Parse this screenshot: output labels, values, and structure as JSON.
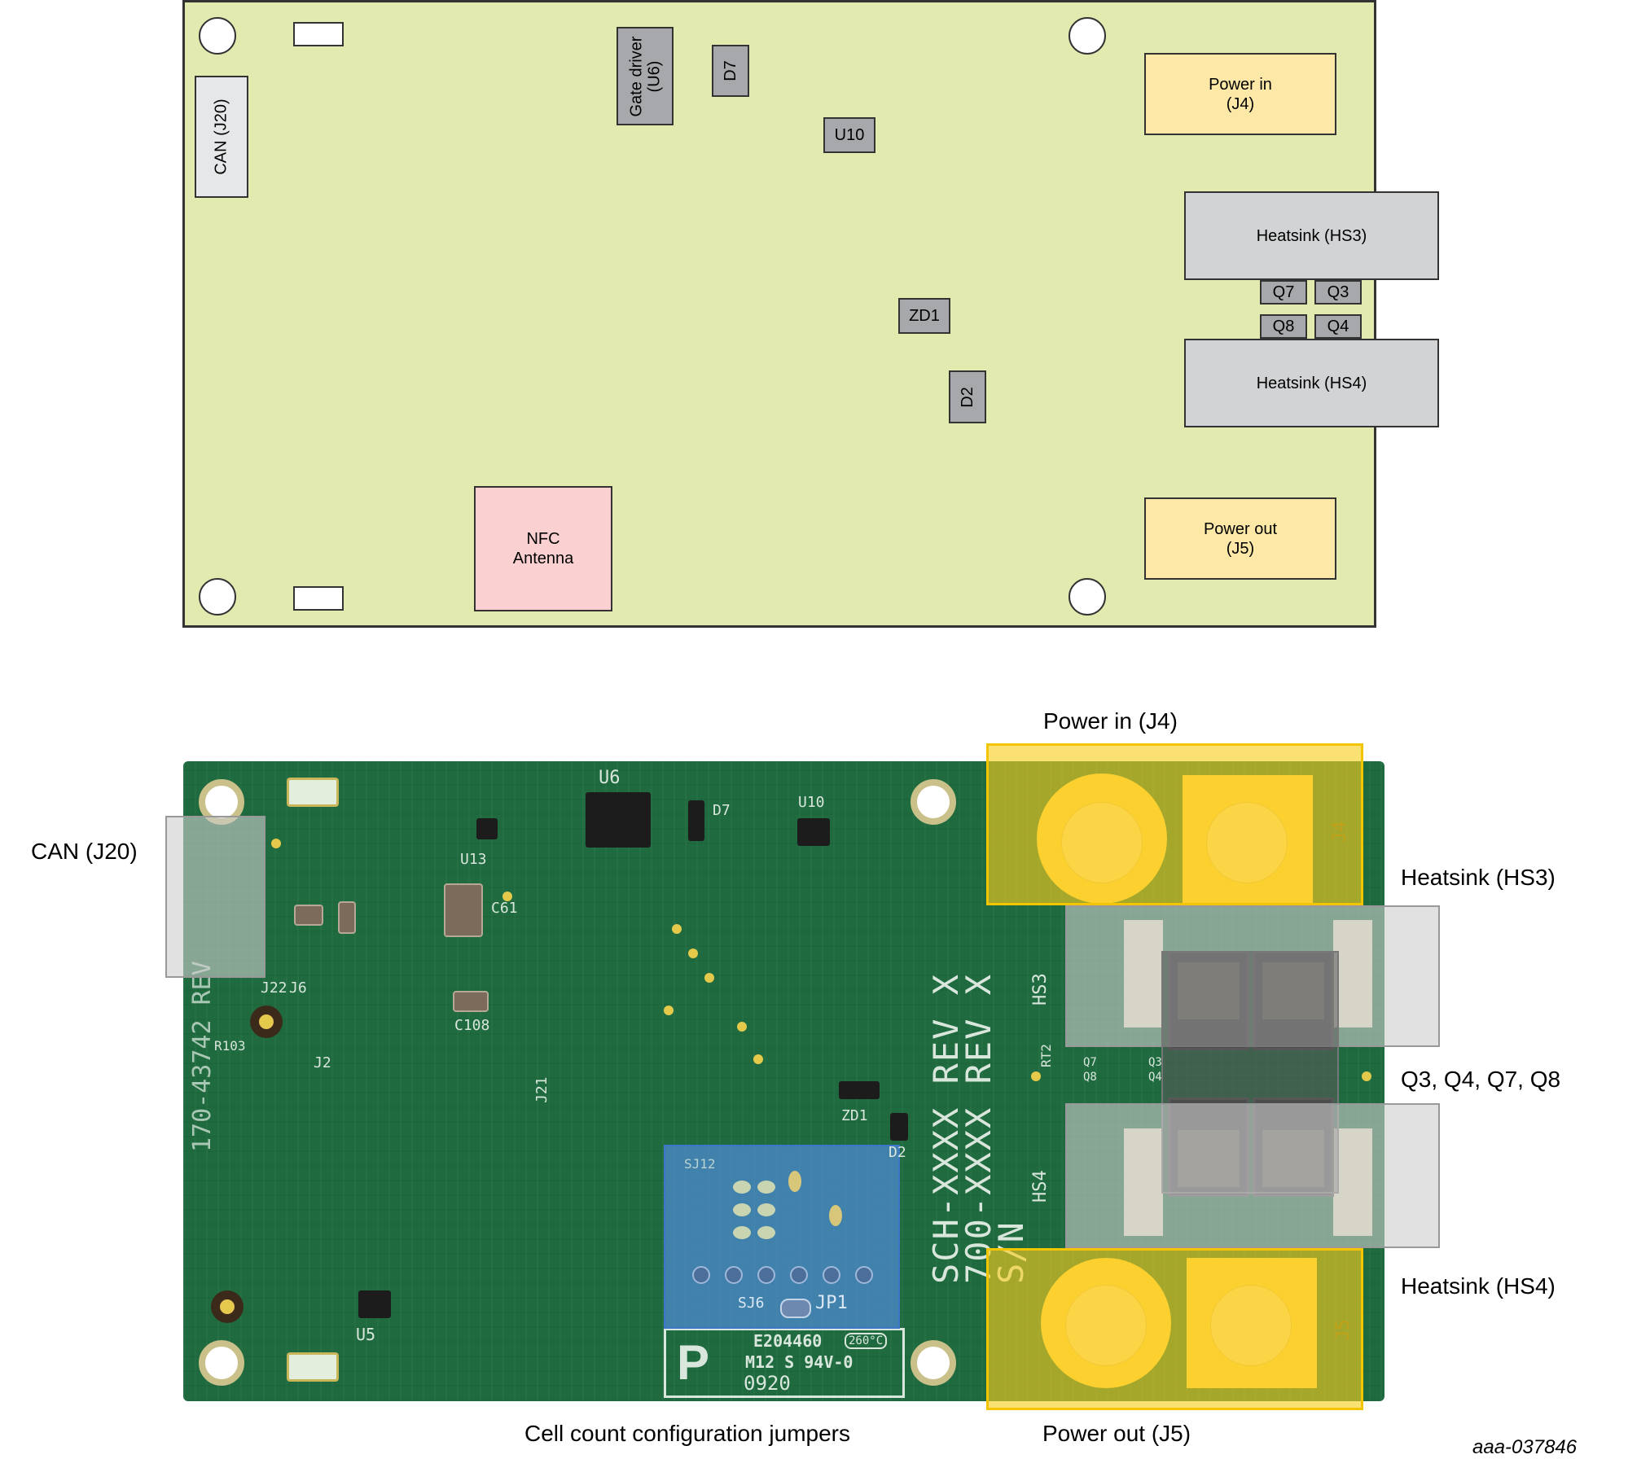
{
  "layout_diagram": {
    "components": {
      "can": "CAN (J20)",
      "gate_driver": "Gate driver\n(U6)",
      "d7": "D7",
      "u10": "U10",
      "zd1": "ZD1",
      "d2": "D2",
      "power_in": "Power in\n(J4)",
      "power_out": "Power out\n(J5)",
      "heatsink_hs3": "Heatsink (HS3)",
      "heatsink_hs4": "Heatsink (HS4)",
      "q7": "Q7",
      "q3": "Q3",
      "q8": "Q8",
      "q4": "Q4",
      "nfc_antenna": "NFC\nAntenna"
    }
  },
  "photo": {
    "callouts": {
      "can": "CAN (J20)",
      "power_in": "Power in (J4)",
      "heatsink_hs3": "Heatsink (HS3)",
      "mosfets": "Q3, Q4, Q7, Q8",
      "heatsink_hs4": "Heatsink (HS4)",
      "power_out": "Power out (J5)",
      "jumpers": "Cell count configuration jumpers"
    },
    "silkscreen": {
      "sch": "SCH-XXXX REV X",
      "pcb": "700-XXXX REV X",
      "sn": "S/N",
      "hs3": "HS3",
      "hs4": "HS4",
      "j4": "J4",
      "j5": "J5",
      "u6": "U6",
      "u10": "U10",
      "u13": "U13",
      "u5": "U5",
      "j2": "J2",
      "j6": "J6",
      "j22": "J22",
      "j21": "J21",
      "jp1": "JP1",
      "sj6": "SJ6",
      "zd1": "ZD1",
      "d2": "D2",
      "d7": "D7",
      "r103": "R103",
      "c108": "C108",
      "c61": "C61",
      "rt2": "RT2",
      "q7": "Q7",
      "q8": "Q8",
      "q3": "Q3",
      "q4": "Q4",
      "ul_number": "E204460",
      "ul_rating": "M12 S 94V-0",
      "date_code": "0920",
      "temp": "260°C",
      "ref_side": "170-43742 REV"
    }
  },
  "document_id": "aaa-037846",
  "colors": {
    "board_fill": "#e2eab0",
    "component_gray": "#a6a8ab",
    "heatsink_gray": "#d2d3d5",
    "power_yellow": "#fde8a7",
    "nfc_pink": "#fad1d0",
    "pcb_green": "#1f6b3f",
    "overlay_yellow": "#f9cd1e",
    "overlay_blue": "#508cdc"
  }
}
